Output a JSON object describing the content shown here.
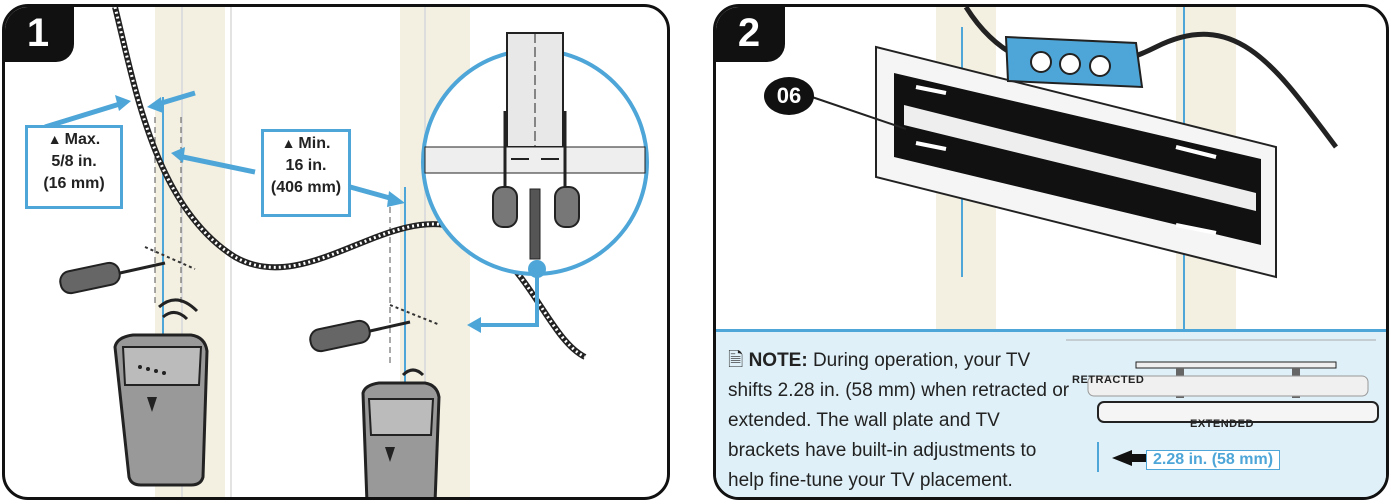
{
  "panel1": {
    "step": "1",
    "max_callout": {
      "line1": "Max.",
      "line2": "5/8 in.",
      "line3": "(16 mm)"
    },
    "min_callout": {
      "line1": "Min.",
      "line2": "16 in.",
      "line3": "(406 mm)"
    }
  },
  "panel2": {
    "step": "2",
    "part_badge": "06",
    "note": {
      "heading": "NOTE:",
      "body": "During operation, your TV shifts 2.28 in. (58 mm) when retracted or extended. The wall plate and TV brackets have built-in adjustments to help fine-tune your TV placement."
    },
    "labels": {
      "retracted": "RETRACTED",
      "extended": "EXTENDED",
      "dimension": "2.28 in. (58 mm)"
    }
  },
  "colors": {
    "accent": "#4ea6d8",
    "black": "#111111",
    "note_bg": "#dff0f8"
  }
}
